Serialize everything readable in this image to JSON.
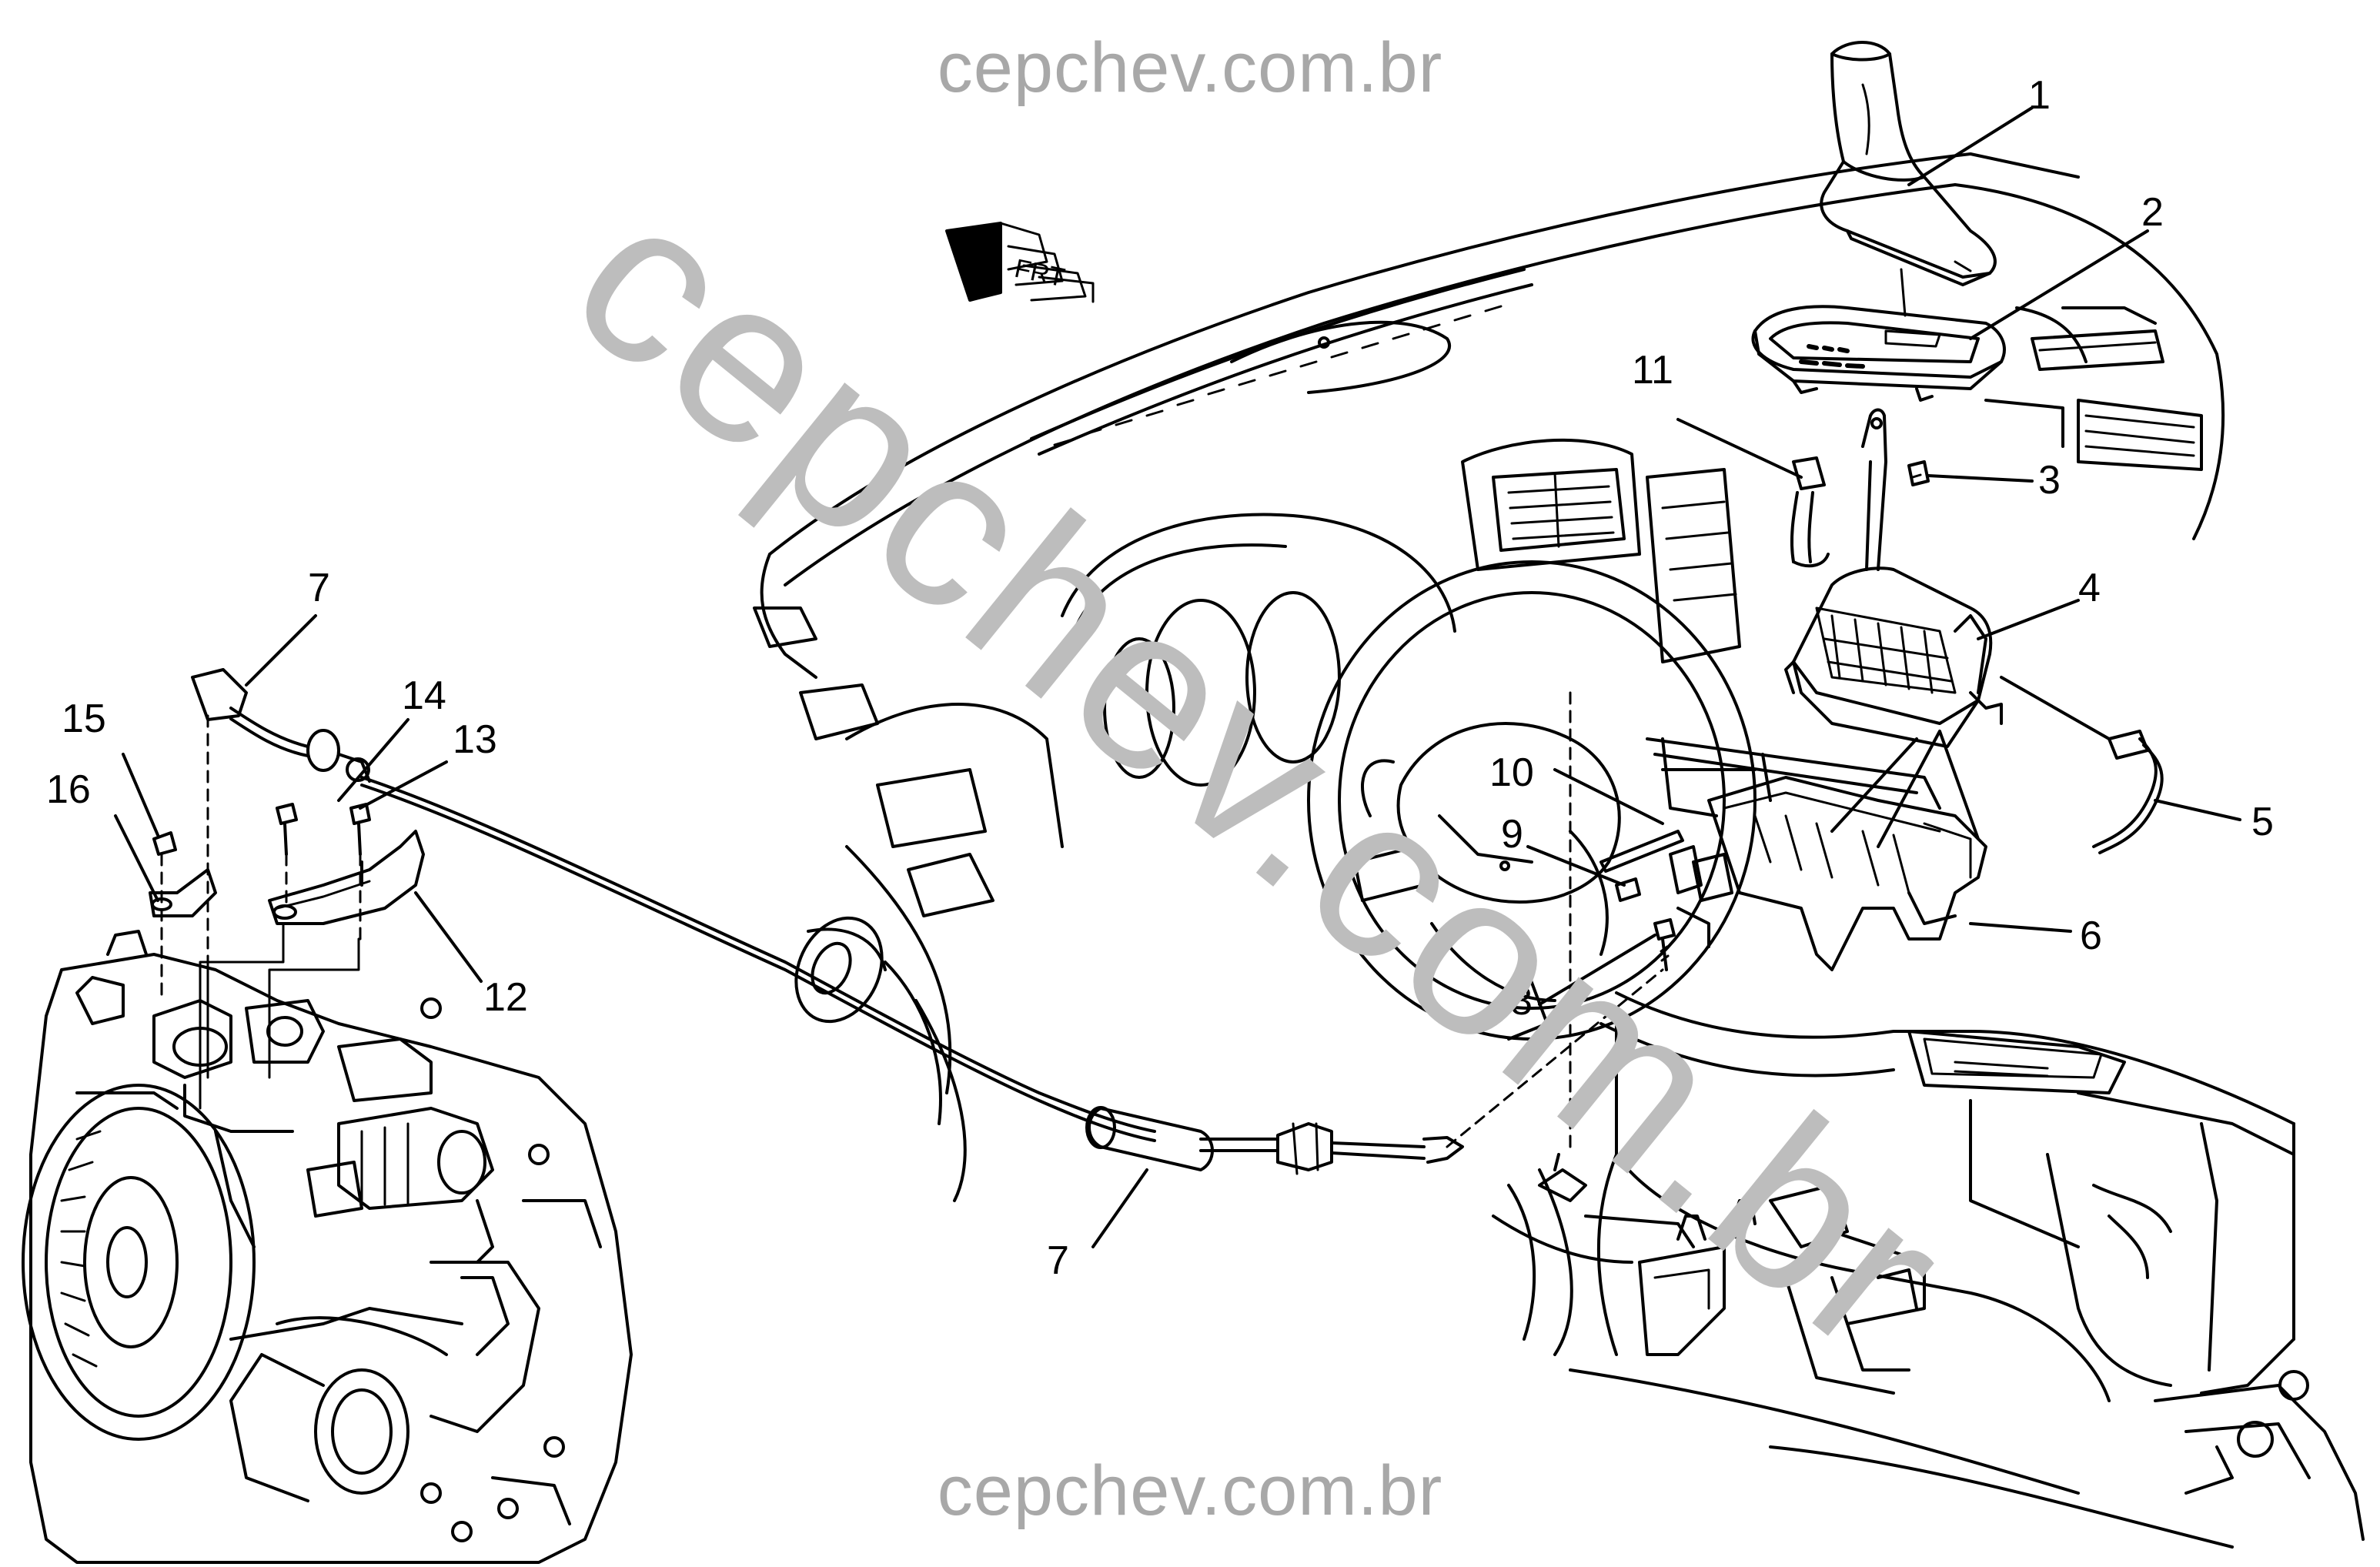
{
  "watermark": {
    "top": "cepchev.com.br",
    "bottom": "cepchev.com.br",
    "diagonal": "cepchev.com.br"
  },
  "compass_label": "FRT",
  "callouts": [
    {
      "id": "1",
      "label": "1"
    },
    {
      "id": "2",
      "label": "2"
    },
    {
      "id": "3",
      "label": "3"
    },
    {
      "id": "4",
      "label": "4"
    },
    {
      "id": "5",
      "label": "5"
    },
    {
      "id": "6",
      "label": "6"
    },
    {
      "id": "7a",
      "label": "7"
    },
    {
      "id": "7b",
      "label": "7"
    },
    {
      "id": "8",
      "label": "8"
    },
    {
      "id": "9",
      "label": "9"
    },
    {
      "id": "10",
      "label": "10"
    },
    {
      "id": "11",
      "label": "11"
    },
    {
      "id": "12",
      "label": "12"
    },
    {
      "id": "13",
      "label": "13"
    },
    {
      "id": "14",
      "label": "14"
    },
    {
      "id": "15",
      "label": "15"
    },
    {
      "id": "16",
      "label": "16"
    }
  ],
  "colors": {
    "line": "#000000",
    "watermark": "#a8a8a8",
    "background": "#ffffff"
  }
}
